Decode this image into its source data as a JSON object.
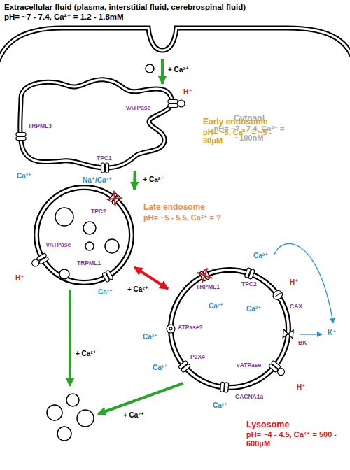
{
  "diagram": {
    "nodes": [
      {
        "text": [
          "Extracellular fluid (plasma, interstitial fluid, cerebrospinal fluid)",
          "pH= ~7 - 7.4, Ca²⁺ = 1.2 - 1.8mM"
        ]
      },
      {
        "text": [
          "Cytosol",
          "pH= ~7 - 7.4, Ca²⁺ = ~100nM"
        ]
      },
      {
        "text": [
          "Early endosome",
          "pH= ~6, Ca²⁺ = ~5 - 30μM"
        ],
        "in": 1
      },
      {
        "text": [
          "Late endosome",
          "pH= ~5 - 5.5, Ca²⁺ = ?"
        ],
        "in": 1
      },
      {
        "text": [
          "Lysosome",
          "pH= ~4 - 4.5, Ca²⁺ = 500 - 600μM"
        ],
        "in": 1
      }
    ],
    "edges": [
      {
        "from": 2,
        "to": 3,
        "arrow": "to",
        "label": "+ Ca²⁺"
      },
      {
        "from": 3,
        "to": 4,
        "arrow": "both",
        "label": "+ Ca²⁺"
      }
    ],
    "labels": [
      "+ Ca²⁺",
      "H⁺",
      "vATPase",
      "TRPML3",
      "TPC1",
      "Ca²⁺",
      "Na⁺/Ca²⁺",
      "TPC2",
      "vATPase",
      "TRPML1",
      "H⁺",
      "Ca²⁺",
      "+ Ca²⁺",
      "Ca²⁺",
      "TPC2",
      "H⁺",
      "CAX",
      "TRPML1",
      "Ca²⁺",
      "Ca²⁺",
      "BK",
      "K⁺",
      "ATPase?",
      "Ca²⁺",
      "P2X4",
      "Ca²⁺",
      "vATPase",
      "H⁺",
      "CACNA1a",
      "Ca²⁺",
      "+ Ca²⁺"
    ]
  }
}
